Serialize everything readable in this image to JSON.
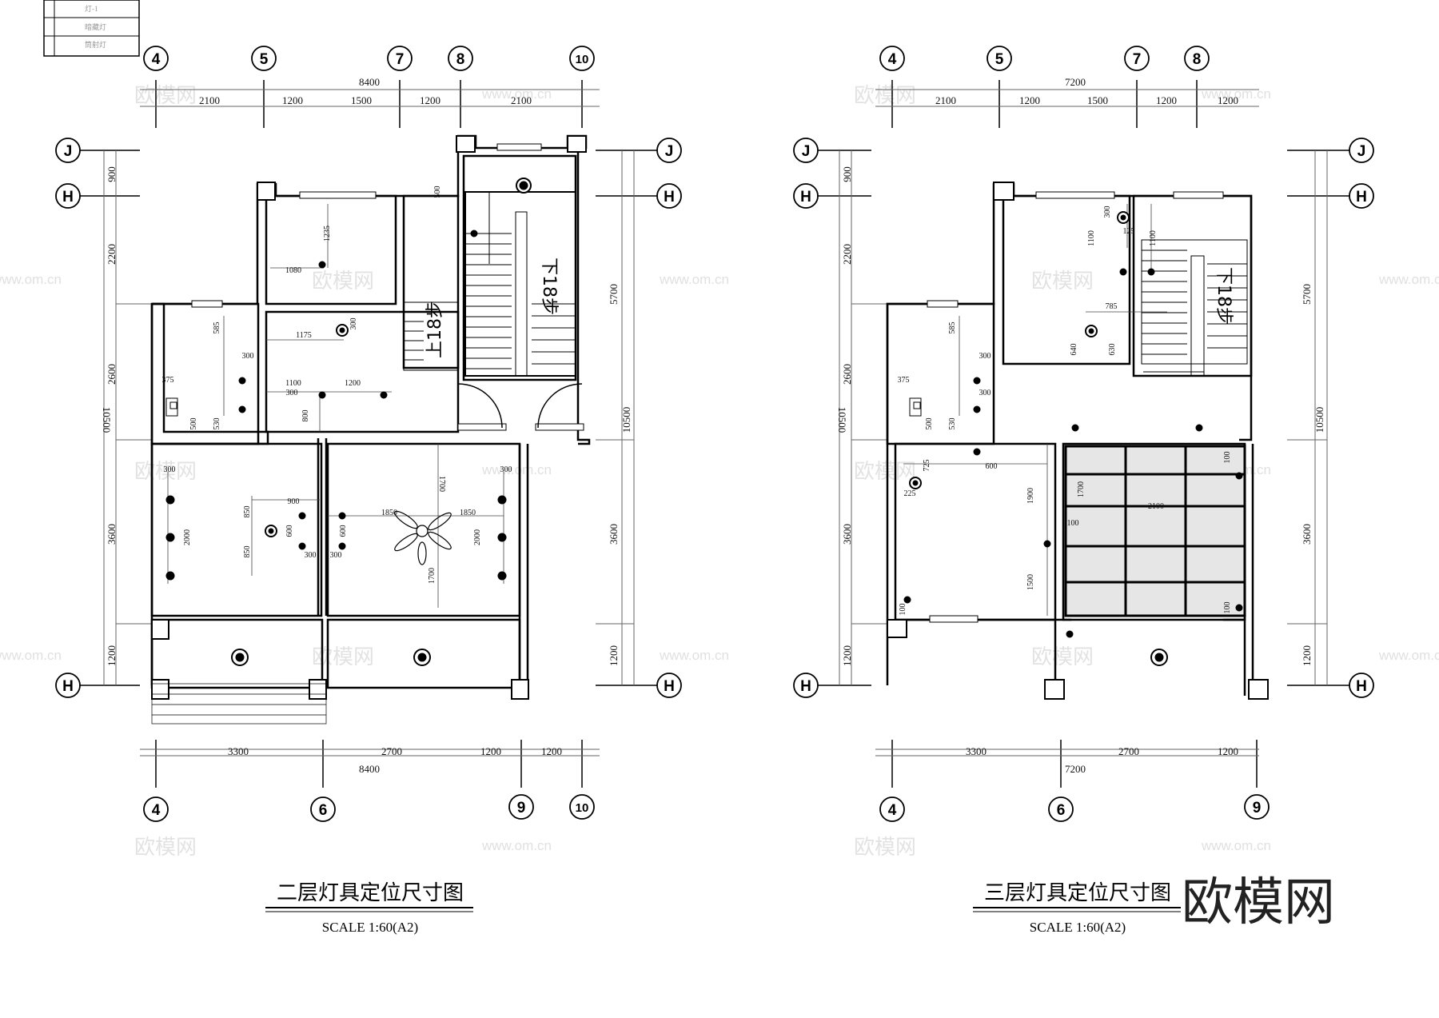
{
  "legend_table": {
    "rows": [
      "灯-1",
      "暗藏灯",
      "筒射灯"
    ]
  },
  "plan_left": {
    "title": "二层灯具定位尺寸图",
    "scale": "SCALE  1:60(A2)",
    "top_axes": [
      "4",
      "5",
      "7",
      "8",
      "10"
    ],
    "bottom_axes": [
      "4",
      "6",
      "9",
      "10"
    ],
    "row_axes": [
      "J",
      "H",
      "H"
    ],
    "top_total": "8400",
    "top_dims": [
      "2100",
      "1200",
      "1500",
      "1200",
      "2100"
    ],
    "bottom_total": "8400",
    "bottom_dims": [
      "3300",
      "2700",
      "1200",
      "1200"
    ],
    "left_total": "10500",
    "left_dims": [
      "900",
      "2200",
      "2600",
      "3600",
      "1200"
    ],
    "right_total": "10500",
    "right_dims": [
      "5700",
      "3600",
      "1200"
    ],
    "stair_up": "上18步",
    "stair_down": "下18步",
    "inner_dims": [
      "1235",
      "1080",
      "585",
      "300",
      "375",
      "300",
      "500",
      "530",
      "1175",
      "300",
      "1100",
      "1200",
      "800",
      "500",
      "300",
      "900",
      "850",
      "600",
      "850",
      "300",
      "300",
      "1850",
      "1850",
      "1700",
      "1700",
      "600",
      "2000",
      "2000",
      "300"
    ]
  },
  "plan_right": {
    "title": "三层灯具定位尺寸图",
    "scale": "SCALE  1:60(A2)",
    "top_axes": [
      "4",
      "5",
      "7",
      "8"
    ],
    "bottom_axes": [
      "4",
      "6",
      "9"
    ],
    "row_axes": [
      "J",
      "H",
      "H"
    ],
    "top_total": "7200",
    "top_dims": [
      "2100",
      "1200",
      "1500",
      "1200",
      "1200"
    ],
    "bottom_total": "7200",
    "bottom_dims": [
      "3300",
      "2700",
      "1200"
    ],
    "left_total": "10500",
    "left_dims": [
      "900",
      "2200",
      "2600",
      "3600",
      "1200"
    ],
    "right_total": "10500",
    "right_dims": [
      "5700",
      "3600",
      "1200"
    ],
    "stair_down": "下18步",
    "inner_dims": [
      "300",
      "125",
      "1100",
      "1100",
      "785",
      "640",
      "630",
      "585",
      "300",
      "375",
      "300",
      "500",
      "530",
      "725",
      "600",
      "225",
      "1900",
      "1500",
      "100",
      "100",
      "1700",
      "100",
      "2100",
      "100"
    ]
  },
  "watermark": {
    "text": "欧模网",
    "url": "www.om.cn"
  },
  "brand": "欧模网"
}
